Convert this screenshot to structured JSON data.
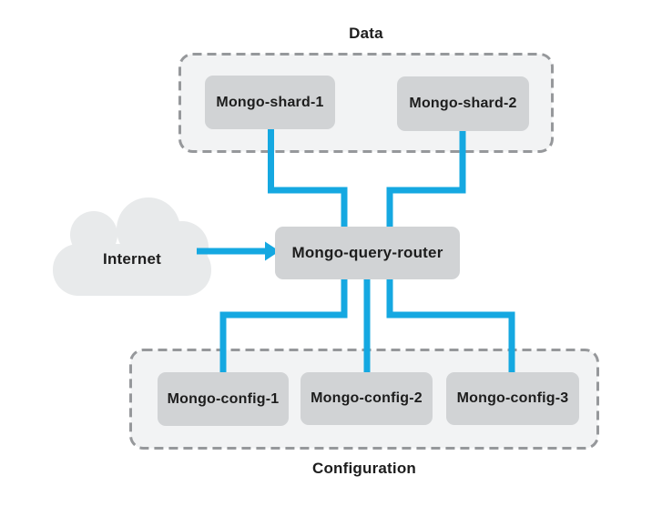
{
  "groups": {
    "data": {
      "label": "Data"
    },
    "configuration": {
      "label": "Configuration"
    }
  },
  "cloud": {
    "label": "Internet"
  },
  "nodes": {
    "shard1": {
      "label": "Mongo-shard-1"
    },
    "shard2": {
      "label": "Mongo-shard-2"
    },
    "router": {
      "label": "Mongo-query-router"
    },
    "config1": {
      "label": "Mongo-config-1"
    },
    "config2": {
      "label": "Mongo-config-2"
    },
    "config3": {
      "label": "Mongo-config-3"
    }
  },
  "colors": {
    "connector_blue": "#15a8e1",
    "node_fill": "#d1d3d5",
    "group_fill": "#f2f3f4",
    "group_border": "#96989b",
    "cloud_fill": "#e8eaeb",
    "text": "#1d1d1d",
    "background": "#ffffff"
  }
}
